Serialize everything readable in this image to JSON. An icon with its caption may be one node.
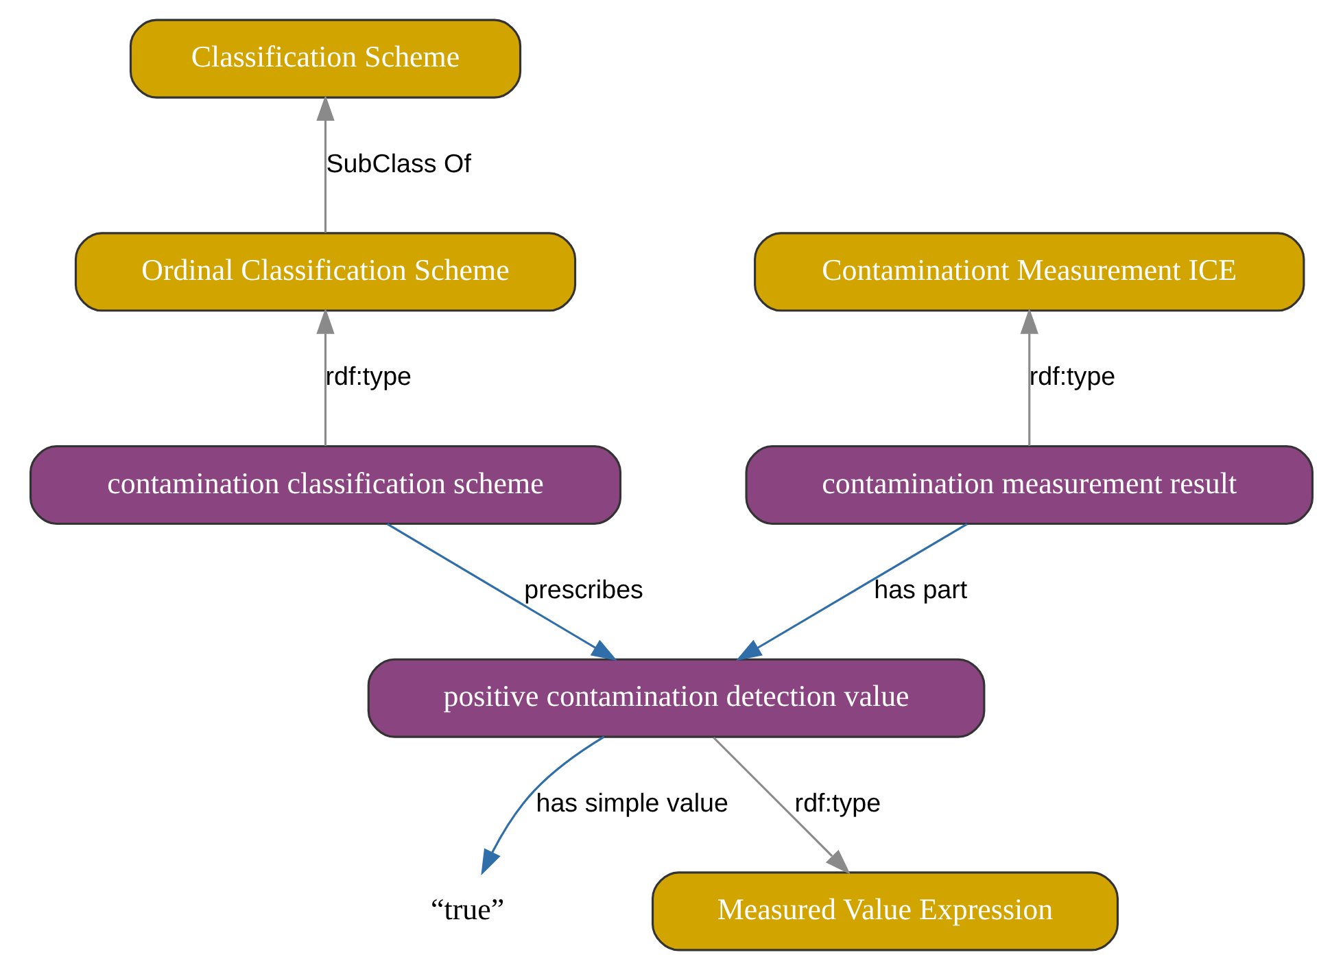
{
  "diagram": {
    "nodes": [
      {
        "text": [
          "Classification Scheme"
        ]
      },
      {
        "text": [
          "Contaminationt Measurement ICE"
        ]
      },
      {
        "text": [
          "Ordinal Classification Scheme"
        ]
      },
      {
        "text": [
          "contamination measurement result"
        ]
      },
      {
        "text": [
          "contamination classification scheme"
        ]
      },
      {
        "text": [
          "positive contamination detection value"
        ]
      },
      {
        "text": [
          "“true”"
        ]
      },
      {
        "text": [
          "Measured Value Expression"
        ]
      }
    ],
    "edges": [
      {
        "from": 2,
        "to": 0,
        "arrow": "to",
        "label": "SubClass Of"
      },
      {
        "from": 3,
        "to": 1,
        "arrow": "to",
        "label": "rdf:type"
      },
      {
        "from": 4,
        "to": 2,
        "arrow": "to",
        "label": "rdf:type"
      },
      {
        "from": 3,
        "to": 5,
        "arrow": "to",
        "label": "has part",
        "color": "#2f6ea8"
      },
      {
        "from": 4,
        "to": 5,
        "arrow": "to",
        "label": "prescribes",
        "color": "#2f6ea8"
      },
      {
        "from": 5,
        "to": 6,
        "arrow": "to",
        "label": "has simple value",
        "color": "#2f6ea8"
      },
      {
        "from": 5,
        "to": 7,
        "arrow": "to",
        "label": "rdf:type"
      }
    ]
  }
}
